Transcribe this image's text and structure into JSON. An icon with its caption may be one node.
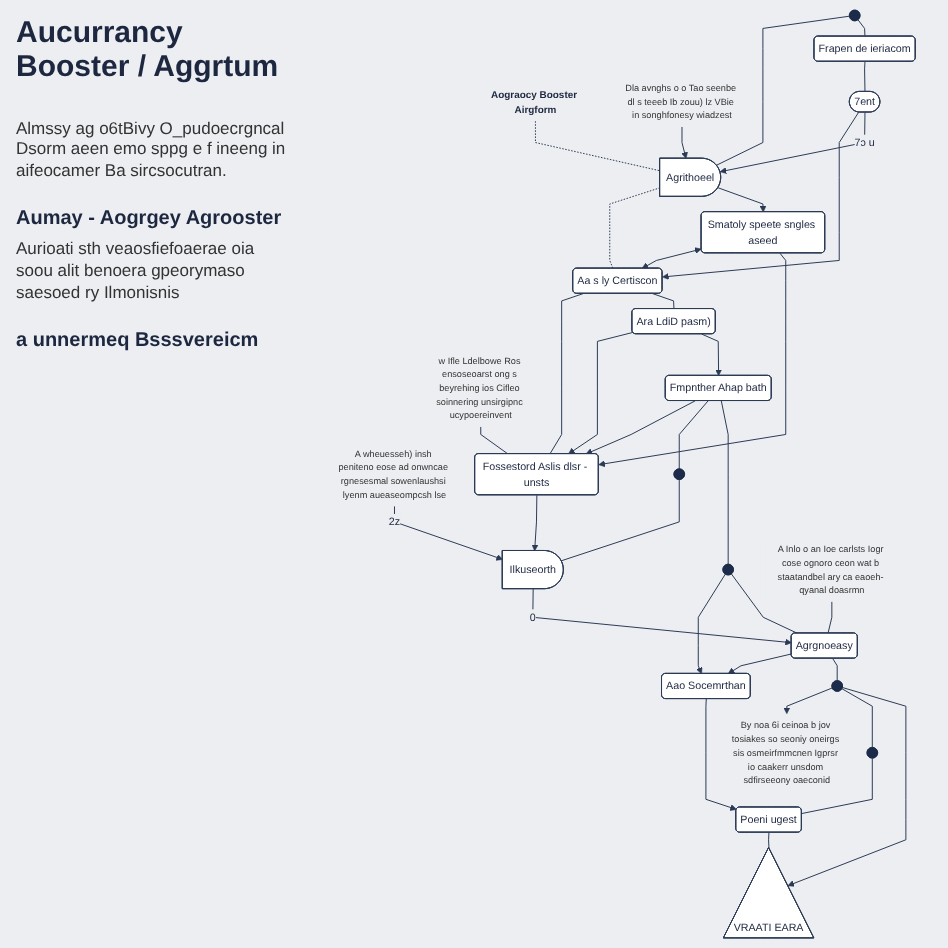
{
  "diagram": {
    "title": "Aucurrancy Booster / Aggrtum",
    "nodes": [
      {
        "text": [],
        "shape": "circle"
      },
      {
        "text": [
          "Frapen de ieriacom"
        ]
      },
      {
        "text": [
          "7ent"
        ]
      },
      {
        "text": [
          "Aograocy Booster Airgform"
        ]
      },
      {
        "text": [
          "Dla avnghs o o Tao seenbe dl s teeeb Ib zouu) lz VBie in songhfonesy wiadzest"
        ]
      },
      {
        "text": [
          "Agrithoeel"
        ]
      },
      {
        "text": [
          "Aa s ly Certiscon"
        ]
      },
      {
        "text": [
          "Smatoly speete sngles aseed"
        ]
      },
      {
        "text": [
          "Ara LdiD pasm)"
        ]
      },
      {
        "text": [
          "w Ifle Ldelbowe Ros ensoseoarst ong s beyrehing ios Cifleo soinnering unsirgipnc ucypoereinvent"
        ]
      },
      {
        "text": [
          "Fossestord Aslis dlsr - unsts"
        ]
      },
      {
        "text": [
          "A wheuesseh) insh peniteno eose ad onwncae rgnesesmal sowenlaushsi lyenm aueaseompcsh lse"
        ]
      },
      {
        "text": [
          "Ilkuseorth"
        ]
      },
      {
        "text": [],
        "shape": "circle"
      },
      {
        "text": [
          "Fmpnther Ahap bath"
        ]
      },
      {
        "text": [],
        "shape": "circle"
      },
      {
        "text": [
          "A Inlo o an Ioe carlsts Iogr cose ognoro ceon wat b staatandbel ary ca eaoeh- qyanal doasrmn"
        ]
      },
      {
        "text": [
          "Agrgnoeasy"
        ]
      },
      {
        "text": [
          "Aao Socemrthan"
        ]
      },
      {
        "text": [
          "By noa 6i ceinoa b jov tosiakes so seoniy oneirgs sis osmeirfmmcnen Igprsr io caakerr unsdom sdfirseeony oaeconid"
        ]
      },
      {
        "text": [],
        "shape": "circle"
      },
      {
        "text": [],
        "shape": "circle"
      },
      {
        "text": [
          "Poeni ugest"
        ]
      },
      {
        "text": [
          "VRAATI EARA"
        ]
      }
    ],
    "edges": [
      {
        "from": 0,
        "to": 5,
        "arrow": "none"
      },
      {
        "from": 0,
        "to": 1,
        "arrow": "none"
      },
      {
        "from": 1,
        "to": 2,
        "arrow": "none"
      },
      {
        "from": 2,
        "to": 6,
        "arrow": "to"
      },
      {
        "from": 4,
        "to": 5,
        "arrow": "to"
      },
      {
        "from": 2,
        "to": 5,
        "arrow": "to",
        "label": "7ɔ u"
      },
      {
        "from": 5,
        "to": 6,
        "arrow": "none",
        "style": "dashed"
      },
      {
        "from": 5,
        "to": 7,
        "arrow": "to"
      },
      {
        "from": 7,
        "to": 6,
        "arrow": "both"
      },
      {
        "from": 6,
        "to": 10,
        "arrow": "none"
      },
      {
        "from": 8,
        "to": 10,
        "arrow": "to"
      },
      {
        "from": 6,
        "to": 8,
        "arrow": "none"
      },
      {
        "from": 9,
        "to": 10,
        "arrow": "none"
      },
      {
        "from": 7,
        "to": 10,
        "arrow": "to"
      },
      {
        "from": 14,
        "to": 10,
        "arrow": "to"
      },
      {
        "from": 8,
        "to": 14,
        "arrow": "to"
      },
      {
        "from": 10,
        "to": 12,
        "arrow": "to"
      },
      {
        "from": 11,
        "to": 12,
        "arrow": "to",
        "label": "2z"
      },
      {
        "from": 14,
        "to": 13,
        "arrow": "none"
      },
      {
        "from": 13,
        "to": 12,
        "arrow": "none"
      },
      {
        "from": 14,
        "to": 15,
        "arrow": "none"
      },
      {
        "from": 15,
        "to": 18,
        "arrow": "to"
      },
      {
        "from": 15,
        "to": 17,
        "arrow": "none"
      },
      {
        "from": 12,
        "to": 17,
        "arrow": "to",
        "label": "0"
      },
      {
        "from": 16,
        "to": 17,
        "arrow": "none"
      },
      {
        "from": 17,
        "to": 18,
        "arrow": "to"
      },
      {
        "from": 17,
        "to": 20,
        "arrow": "none"
      },
      {
        "from": 20,
        "to": 19,
        "arrow": "to"
      },
      {
        "from": 20,
        "to": 21,
        "arrow": "none"
      },
      {
        "from": 21,
        "to": 22,
        "arrow": "none"
      },
      {
        "from": 18,
        "to": 22,
        "arrow": "to"
      },
      {
        "from": 22,
        "to": 23,
        "arrow": "none"
      },
      {
        "from": 20,
        "to": 23,
        "arrow": "to"
      },
      {
        "from": 3,
        "to": 5,
        "arrow": "none",
        "style": "dashed"
      }
    ],
    "labels": [
      "Almssy ag o6tBivy O_pudoecrgncal Dsorm aeen emo sppg e f ineeng in aifeocamer Ba sircsocutran.",
      "Aumay - Aogrgey Agrooster",
      "Aurioati sth veaosfiefoaerae oia soou alit benoera gpeorymaso saesoed ry Ilmonisnis",
      "a unnermeq Bsssvereicm"
    ]
  }
}
